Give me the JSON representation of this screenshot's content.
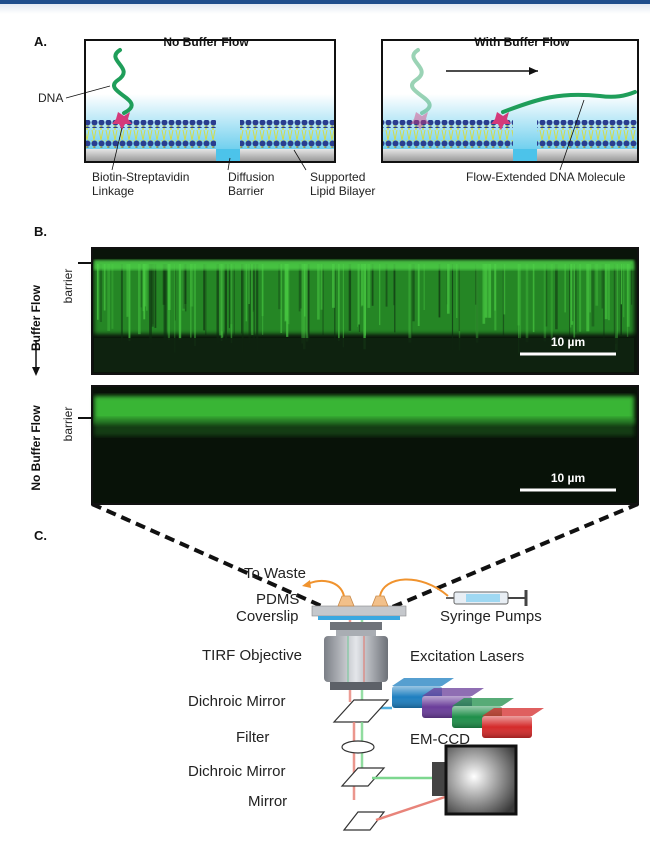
{
  "panel_a": {
    "letter": "A.",
    "left_title": "No Buffer Flow",
    "right_title": "With Buffer Flow",
    "labels": {
      "dna": "DNA",
      "biotin_line1": "Biotin-Streptavidin",
      "biotin_line2": "Linkage",
      "diffusion_line1": "Diffusion",
      "diffusion_line2": "Barrier",
      "lipid_line1": "Supported",
      "lipid_line2": "Lipid Bilayer",
      "flow_extended": "Flow-Extended DNA Molecule"
    }
  },
  "panel_b": {
    "letter": "B.",
    "top": {
      "side_label": "Buffer Flow",
      "barrier": "barrier",
      "scale": "10 µm"
    },
    "bottom": {
      "side_label": "No Buffer Flow",
      "barrier": "barrier",
      "scale": "10 µm"
    }
  },
  "panel_c": {
    "letter": "C.",
    "labels": {
      "to_waste": "To Waste",
      "pdms": "PDMS",
      "coverslip": "Coverslip",
      "syringe": "Syringe Pumps",
      "tirf": "TIRF Objective",
      "lasers": "Excitation Lasers",
      "dichroic1": "Dichroic Mirror",
      "filter": "Filter",
      "emccd": "EM-CCD",
      "dichroic2": "Dichroic Mirror",
      "mirror": "Mirror"
    },
    "laser_colors": [
      "#1e7fc0",
      "#6a3d9a",
      "#1f8f4a",
      "#d42a2a"
    ]
  },
  "colors": {
    "dna_green": "#1f9e5a",
    "bead_blue": "#2a3d8f",
    "streptavidin": "#d43a7a",
    "buffer_blue": "#6fd0ef",
    "image_green": "#3ec23a"
  }
}
